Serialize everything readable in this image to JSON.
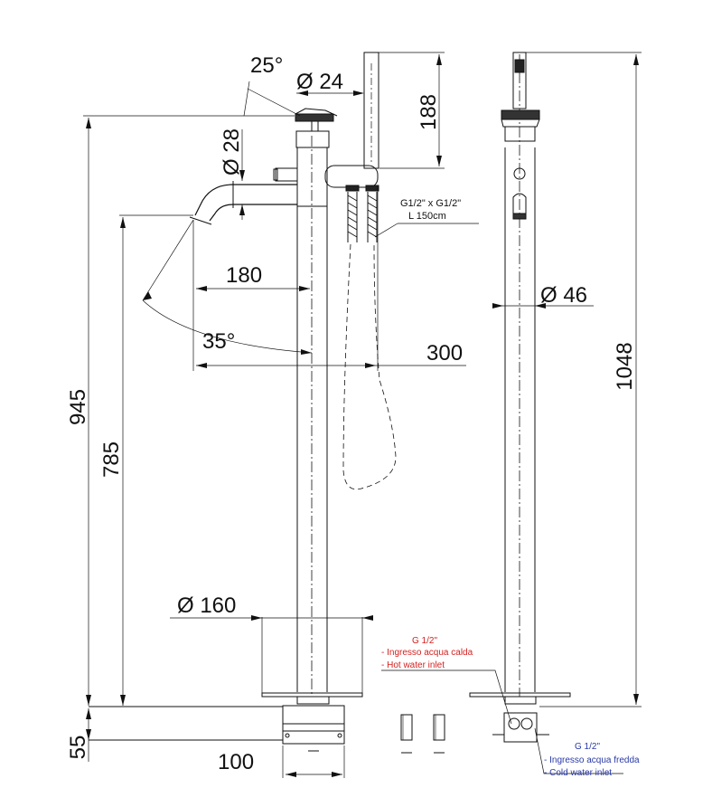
{
  "dimensions": {
    "angle_handle": "25°",
    "dia_handle": "Ø 24",
    "handshower_len": "188",
    "dia_spout": "Ø 28",
    "spout_reach": "180",
    "angle_spout": "35°",
    "total_reach": "300",
    "height_spout_mount": "945",
    "height_spout_outlet": "785",
    "dia_body": "Ø 46",
    "total_height": "1048",
    "dia_base": "Ø 160",
    "box_depth": "55",
    "box_width": "100"
  },
  "labels": {
    "hose_conn": "G1/2\" x G1/2\"",
    "hose_len": "L 150cm",
    "hot": {
      "thread": "G 1/2\"",
      "it": "- Ingresso acqua calda",
      "en": "- Hot water inlet",
      "color": "#d62020"
    },
    "cold": {
      "thread": "G 1/2\"",
      "it": "- Ingresso acqua fredda",
      "en": "- Cold water inlet",
      "color": "#2a3aa8"
    }
  }
}
